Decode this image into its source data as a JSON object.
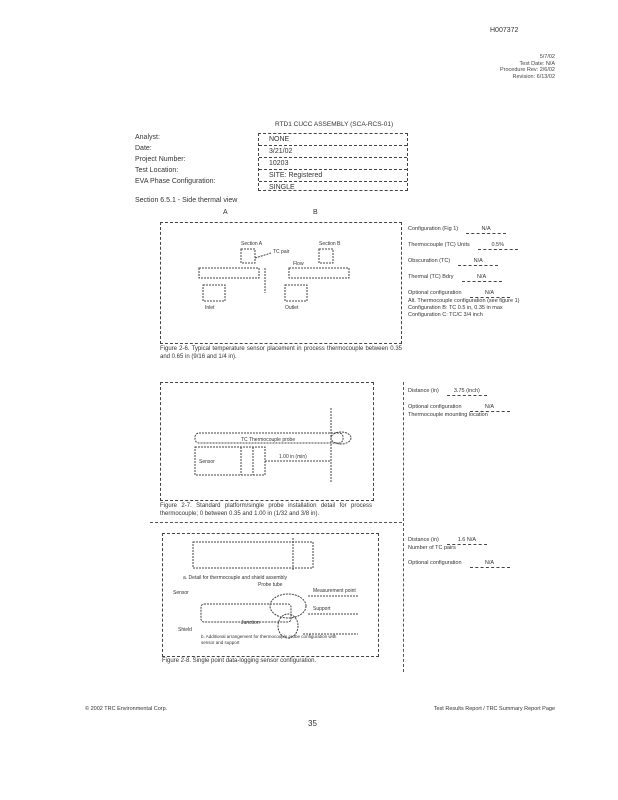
{
  "header": {
    "doc_id": "H007372",
    "meta_lines": [
      "5/7/02",
      "Test Date: N/A",
      "Procedure Rev: 2/6/02",
      "Revision: 6/13/02"
    ]
  },
  "form": {
    "title": "RTD1 CUCC ASSEMBLY (SCA-RCS-01)",
    "fields": [
      {
        "label": "Analyst:",
        "value": "NONE"
      },
      {
        "label": "Date:",
        "value": "3/21/02"
      },
      {
        "label": "Project Number:",
        "value": "10203"
      },
      {
        "label": "Test Location:",
        "value": "SITE: Registered"
      },
      {
        "label": "EVA Phase Configuration:",
        "value": "SINGLE"
      }
    ],
    "section": "Section 6.5.1 - Side thermal view",
    "col_a": "A",
    "col_b": "B"
  },
  "figures": [
    {
      "labels": [
        "Section A",
        "Section B",
        "TC pair",
        "Inlet",
        "Outlet",
        "Flow"
      ],
      "caption": "Figure 2-6. Typical temperature sensor placement in process thermocouple between 0.35 and 0.65 in (9/16 and 1/4 in).",
      "notes": [
        {
          "label": "Configuration (Fig 1)",
          "value": "N/A"
        },
        {
          "label": "Thermocouple (TC) Units",
          "value": "0.5%"
        },
        {
          "label": "Obscuration (TC)",
          "value": "N/A"
        },
        {
          "label": "Thermal (TC) Bdry",
          "value": "N/A"
        },
        {
          "label": "Optional configuration",
          "value": "N/A"
        }
      ],
      "extra_notes": [
        "Alt. Thermocouple configuration (see figure 1)",
        "Configuration B: TC 0.5 in, 0.35 in max",
        "Configuration C: TC/C 3/4 inch"
      ]
    },
    {
      "labels": [
        "TC   Thermocouple probe",
        "1.00 in (min)",
        "Sensor"
      ],
      "caption": "Figure 2-7. Standard platform/single probe installation detail for process thermocouple; 0 between 0.35 and 1.00 in (1/32 and 3/8 in).",
      "notes": [
        {
          "label": "Distance (in)",
          "value": "3.75 (inch)"
        },
        {
          "label": "Optional configuration",
          "value": "N/A"
        }
      ],
      "extra_notes": [
        "Thermocouple mounting location"
      ]
    },
    {
      "labels": [
        "a. Detail for thermocouple and shield assembly",
        "Probe tube",
        "Sensor",
        "Measurement point",
        "Support",
        "Shield",
        "Junction",
        "b. Additional arrangement for thermocouple probe configuration with sensor and support"
      ],
      "caption": "Figure 2-8. Single point data-logging sensor configuration.",
      "notes": [
        {
          "label": "Distance (in)",
          "value": "1.6   N/A"
        },
        {
          "label": "Optional configuration",
          "value": "N/A"
        }
      ],
      "extra_notes": [
        "Number of TC pairs"
      ]
    }
  ],
  "footer": {
    "left": "© 2002 TRC Environmental Corp.",
    "right": "Test Results Report / TRC Summary Report Page",
    "page": "35"
  }
}
